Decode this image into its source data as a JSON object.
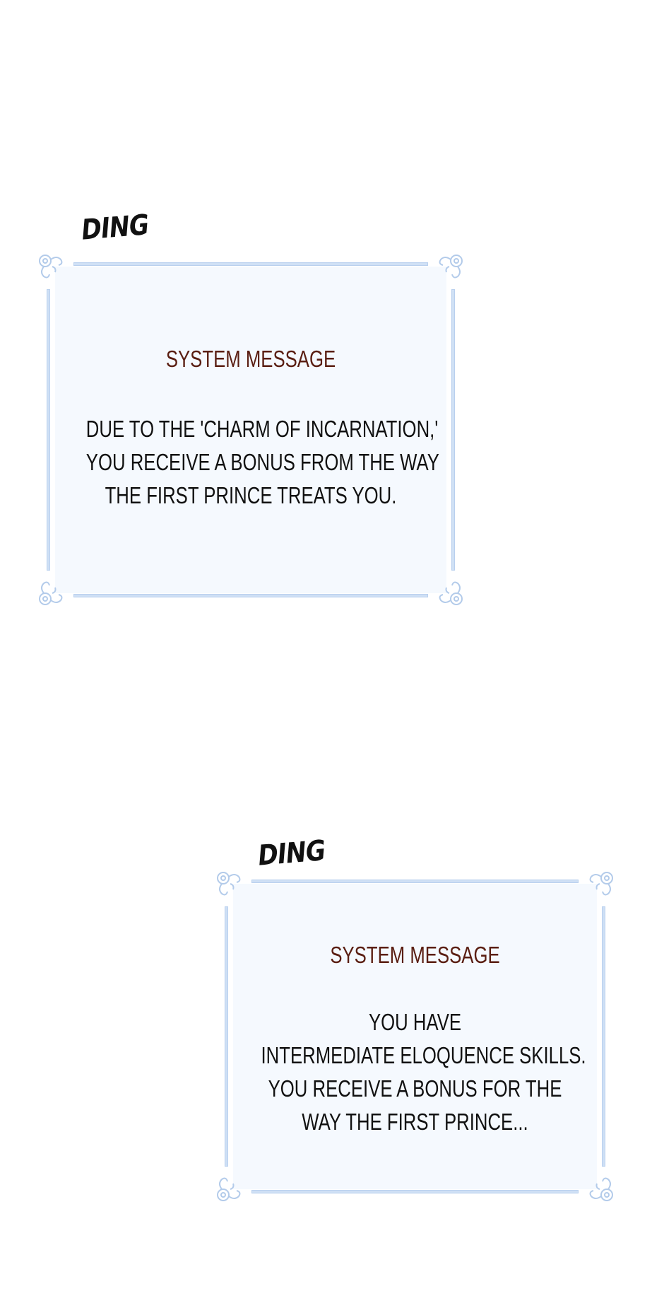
{
  "panels": [
    {
      "sfx": "DING",
      "title": "SYSTEM MESSAGE",
      "lines": [
        "DUE TO THE 'CHARM OF INCARNATION,'",
        "YOU RECEIVE A BONUS FROM THE WAY",
        "THE FIRST PRINCE TREATS YOU."
      ]
    },
    {
      "sfx": "DING",
      "title": "SYSTEM MESSAGE",
      "lines": [
        "YOU HAVE",
        "INTERMEDIATE ELOQUENCE SKILLS.",
        "YOU RECEIVE A BONUS FOR THE",
        "WAY THE FIRST PRINCE..."
      ]
    }
  ],
  "colors": {
    "title": "#5a1e12",
    "box_fill": "#f5f9fe",
    "frame": "#cfe0f5"
  }
}
